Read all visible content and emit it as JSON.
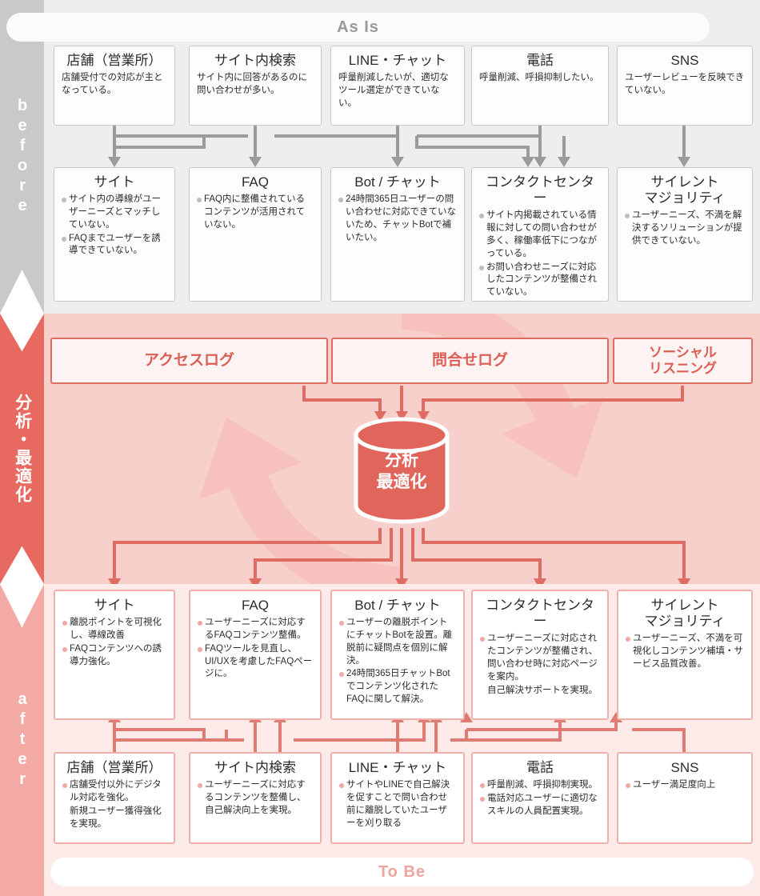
{
  "rail": {
    "segments": [
      {
        "id": "before",
        "label": "before",
        "color": "#c9c9c9"
      },
      {
        "id": "analysis",
        "label": "分析・最適化",
        "color": "#e8695f"
      },
      {
        "id": "after",
        "label": "after",
        "color": "#f3a9a4"
      }
    ]
  },
  "banners": {
    "as_is": "As Is",
    "to_be": "To Be"
  },
  "colors": {
    "gray_panel": "#eeeeee",
    "gray_line": "#9b9b9b",
    "red_accent": "#de6c63",
    "red_line": "#e07b73",
    "pink_panel": "#f7cfcb",
    "pink_light": "#fcebe9"
  },
  "before": {
    "channels": [
      {
        "title": "店舗（営業所）",
        "lines": [
          "店舗受付での対応が主となっている。"
        ]
      },
      {
        "title": "サイト内検索",
        "lines": [
          "サイト内に回答があるのに問い合わせが多い。"
        ]
      },
      {
        "title": "LINE・チャット",
        "lines": [
          "呼量削減したいが、適切なツール選定ができていない。"
        ]
      },
      {
        "title": "電話",
        "lines": [
          "呼量削減、呼損抑制したい。"
        ]
      },
      {
        "title": "SNS",
        "lines": [
          "ユーザーレビューを反映できていない。"
        ]
      }
    ],
    "issues": [
      {
        "title": "サイト",
        "bullets": [
          "サイト内の導線がユーザーニーズとマッチしていない。",
          "FAQまでユーザーを誘導できていない。"
        ]
      },
      {
        "title": "FAQ",
        "bullets": [
          "FAQ内に整備されているコンテンツが活用されていない。"
        ]
      },
      {
        "title": "Bot / チャット",
        "bullets": [
          "24時間365日ユーザーの問い合わせに対応できていないため、チャットBotで補いたい。"
        ]
      },
      {
        "title": "コンタクトセンター",
        "bullets": [
          "サイト内掲載されている情報に対しての問い合わせが多く、稼働率低下につながっている。",
          "お問い合わせニーズに対応したコンテンツが整備されていない。"
        ]
      },
      {
        "title": "サイレント\nマジョリティ",
        "bullets": [
          "ユーザーニーズ、不満を解決するソリューションが提供できていない。"
        ]
      }
    ]
  },
  "analysis": {
    "sources": [
      {
        "label": "アクセスログ"
      },
      {
        "label": "問合せログ"
      },
      {
        "label": "ソーシャル\nリスニング"
      }
    ],
    "hub": {
      "label": "分析\n最適化"
    }
  },
  "after": {
    "solutions": [
      {
        "title": "サイト",
        "bullets": [
          "離脱ポイントを可視化し、導線改善",
          "FAQコンテンツへの誘導力強化。"
        ]
      },
      {
        "title": "FAQ",
        "bullets": [
          "ユーザーニーズに対応するFAQコンテンツ整備。",
          "FAQツールを見直し、UI/UXを考慮したFAQページに。"
        ]
      },
      {
        "title": "Bot / チャット",
        "bullets": [
          "ユーザーの離脱ポイントにチャットBotを設置。離脱前に疑問点を個別に解決。",
          "24時間365日チャットBotでコンテンツ化されたFAQに関して解決。"
        ]
      },
      {
        "title": "コンタクトセンター",
        "bullets": [
          "ユーザーニーズに対応されたコンテンツが整備され、問い合わせ時に対応ページを案内。"
        ],
        "plain": [
          "自己解決サポートを実現。"
        ]
      },
      {
        "title": "サイレント\nマジョリティ",
        "bullets": [
          "ユーザーニーズ、不満を可視化しコンテンツ補填・サービス品質改善。"
        ]
      }
    ],
    "channels": [
      {
        "title": "店舗（営業所）",
        "bullets": [
          "店舗受付以外にデジタル対応を強化。"
        ],
        "plain": [
          "新規ユーザー獲得強化を実現。"
        ]
      },
      {
        "title": "サイト内検索",
        "bullets": [
          "ユーザーニーズに対応するコンテンツを整備し、自己解決向上を実現。"
        ]
      },
      {
        "title": "LINE・チャット",
        "bullets": [
          "サイトやLINEで自己解決を促すことで問い合わせ前に離脱していたユーザーを刈り取る"
        ]
      },
      {
        "title": "電話",
        "bullets": [
          "呼量削減、呼損抑制実現。",
          "電話対応ユーザーに適切なスキルの人員配置実現。"
        ]
      },
      {
        "title": "SNS",
        "bullets": [
          "ユーザー満足度向上"
        ]
      }
    ]
  }
}
